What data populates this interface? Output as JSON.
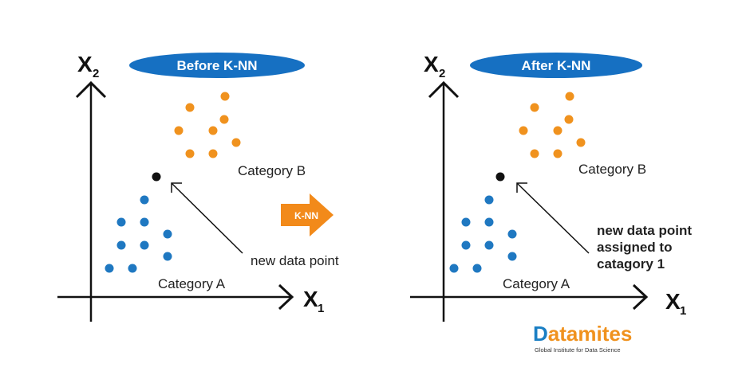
{
  "colors": {
    "category_a": "#1f78c1",
    "category_b": "#f0921e",
    "new_point": "#111111",
    "title_pill": "#1670c2",
    "arrow": "#f28a1a",
    "axis": "#111111",
    "brand_blue": "#1a7fc4",
    "brand_orange": "#f0921e"
  },
  "panels": [
    {
      "title": "Before K-NN",
      "y_axis_label": "X",
      "y_axis_sub": "2",
      "x_axis_label": "X",
      "x_axis_sub": "1",
      "category_a_label": "Category A",
      "category_b_label": "Category B",
      "annotation_lines": [
        "new data point"
      ]
    },
    {
      "title": "After K-NN",
      "y_axis_label": "X",
      "y_axis_sub": "2",
      "x_axis_label": "X",
      "x_axis_sub": "1",
      "category_a_label": "Category A",
      "category_b_label": "Category B",
      "annotation_lines": [
        "new data point",
        "assigned to",
        "catagory 1"
      ]
    }
  ],
  "transition": {
    "label": "K-NN"
  },
  "brand": {
    "name_prefix": "D",
    "name_rest": "atamites",
    "tagline": "Global Institute for Data Science"
  }
}
